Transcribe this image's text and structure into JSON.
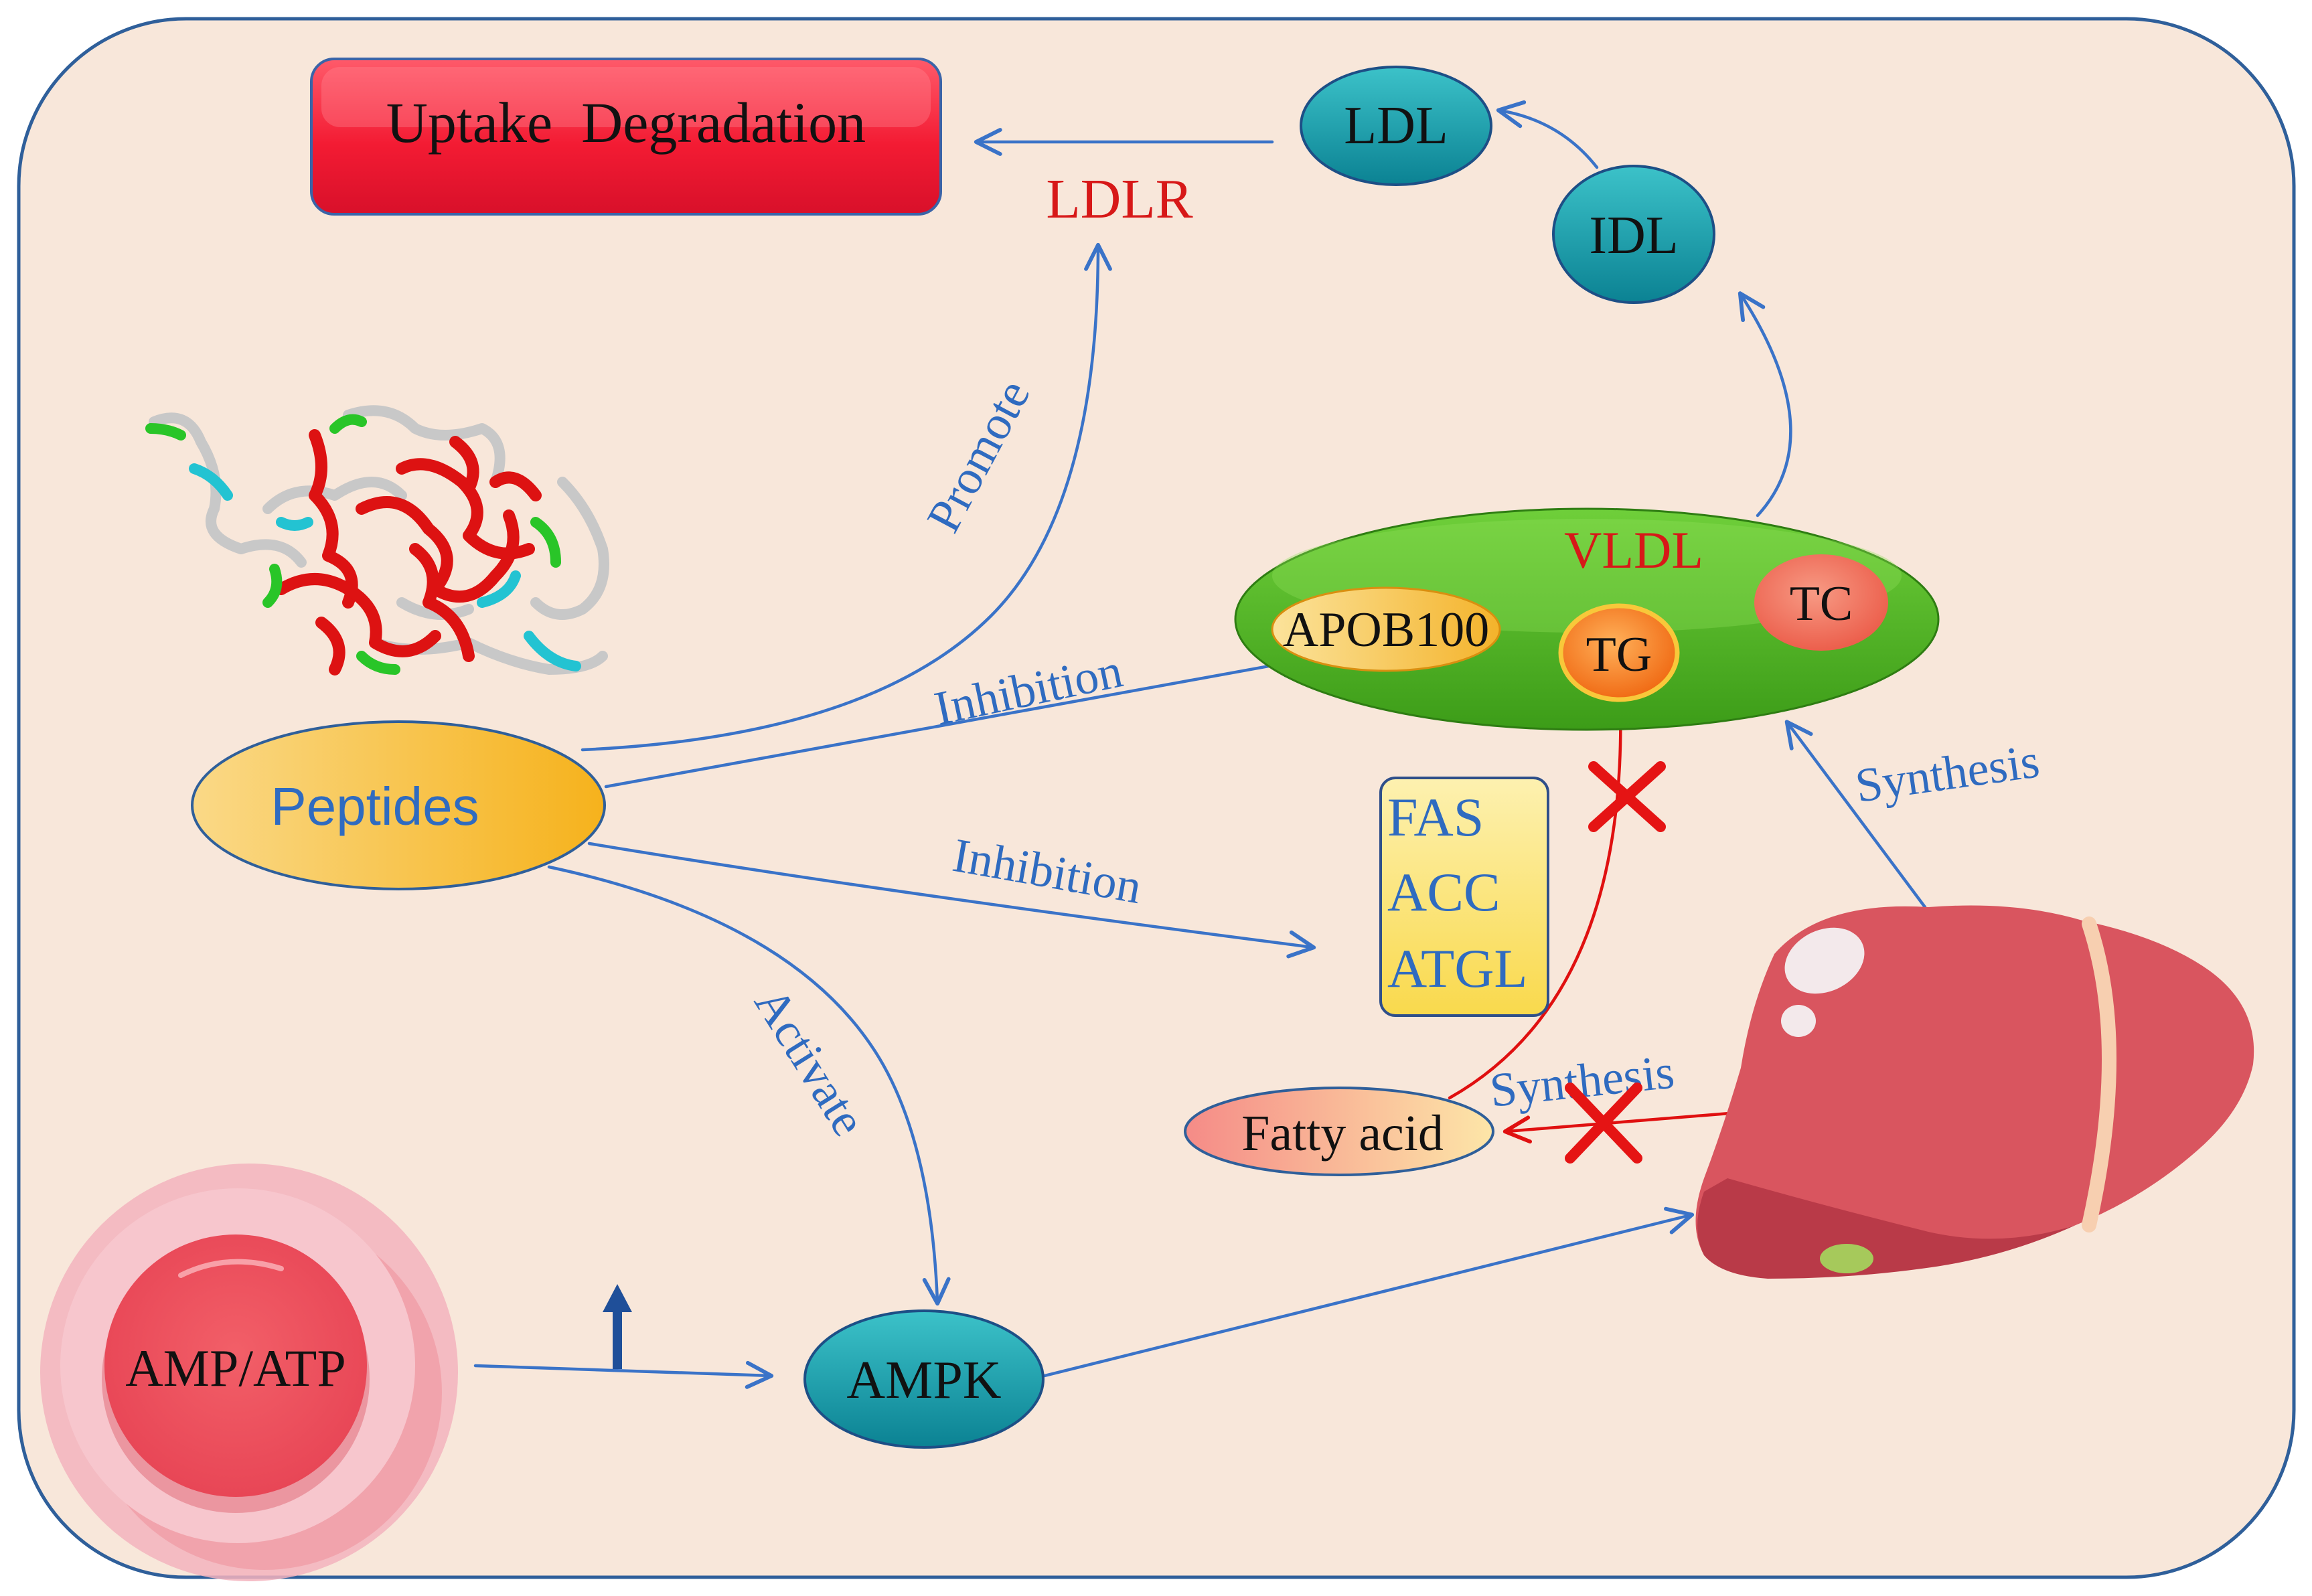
{
  "labels": {
    "uptake_degradation": "Uptake  Degradation",
    "ldl": "LDL",
    "idl": "IDL",
    "ldlr": "LDLR",
    "vldl": "VLDL",
    "apob100": "APOB100",
    "tg": "TG",
    "tc": "TC",
    "peptides": "Peptides",
    "promote": "Promote",
    "inhibition_1": "Inhibition",
    "inhibition_2": "Inhibition",
    "activate": "Activate",
    "synthesis_1": "Synthesis",
    "synthesis_2": "Synthesis",
    "fas": "FAS",
    "acc": "ACC",
    "atgl": "ATGL",
    "fatty_acid": "Fatty acid",
    "amp_atp": "AMP/ATP",
    "ampk": "AMPK"
  },
  "colors": {
    "panel_bg": "#f8e7da",
    "panel_border": "#2f5f9a",
    "arrow_blue": "#3a73c8",
    "arrow_red": "#e01010",
    "red_text": "#d71818",
    "blue_text": "#2f6bc0",
    "green": "#4caf1f",
    "teal": "#129ba8",
    "liver": "#d9555f"
  },
  "icons": {
    "peptide_structure": "protein-ribbon-icon",
    "inhibit_mark": "red-x-icon",
    "increase_arrow": "up-arrow-icon",
    "liver": "liver-icon"
  }
}
